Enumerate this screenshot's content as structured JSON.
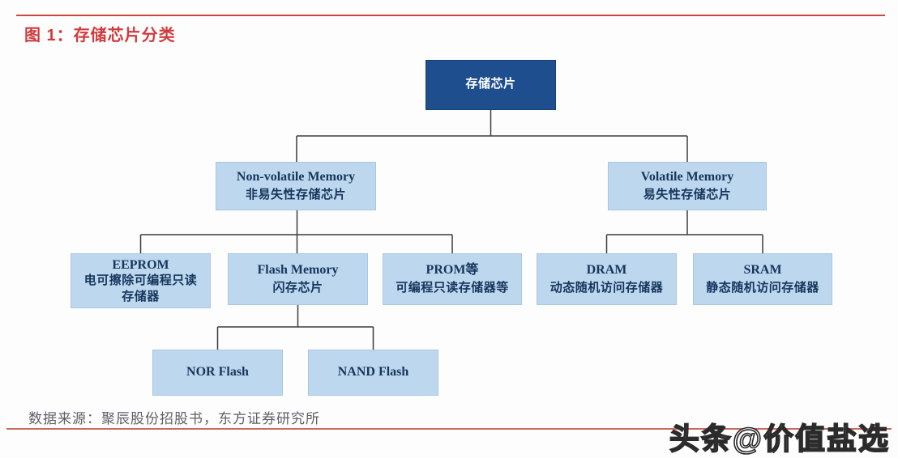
{
  "figure": {
    "title": "图 1：存储芯片分类",
    "source": "数据来源：聚辰股份招股书，东方证券研究所",
    "watermark": "头条@价值盐选"
  },
  "colors": {
    "accent_red": "#d23a3d",
    "rule_red": "#cb4a40",
    "root_box_fill": "#1f4e8f",
    "root_box_text": "#ffffff",
    "child_box_fill": "#bdd7ee",
    "child_box_text": "#17365d",
    "connector": "#3d3d3d"
  },
  "tree": {
    "root": {
      "l1": "存储芯片"
    },
    "nonvolatile": {
      "l1": "Non-volatile Memory",
      "l2": "非易失性存储芯片"
    },
    "volatile": {
      "l1": "Volatile Memory",
      "l2": "易失性存储芯片"
    },
    "eeprom": {
      "l1": "EEPROM",
      "l2": "电可擦除可编程只读",
      "l3": "存储器"
    },
    "flash": {
      "l1": "Flash Memory",
      "l2": "闪存芯片"
    },
    "prom": {
      "l1": "PROM等",
      "l2": "可编程只读存储器等"
    },
    "dram": {
      "l1": "DRAM",
      "l2": "动态随机访问存储器"
    },
    "sram": {
      "l1": "SRAM",
      "l2": "静态随机访问存储器"
    },
    "nor": {
      "l1": "NOR Flash"
    },
    "nand": {
      "l1": "NAND Flash"
    }
  },
  "hierarchy": {
    "存储芯片": [
      "Non-volatile Memory 非易失性存储芯片",
      "Volatile Memory 易失性存储芯片"
    ],
    "Non-volatile Memory 非易失性存储芯片": [
      "EEPROM 电可擦除可编程只读存储器",
      "Flash Memory 闪存芯片",
      "PROM等 可编程只读存储器等"
    ],
    "Flash Memory 闪存芯片": [
      "NOR Flash",
      "NAND Flash"
    ],
    "Volatile Memory 易失性存储芯片": [
      "DRAM 动态随机访问存储器",
      "SRAM 静态随机访问存储器"
    ]
  }
}
